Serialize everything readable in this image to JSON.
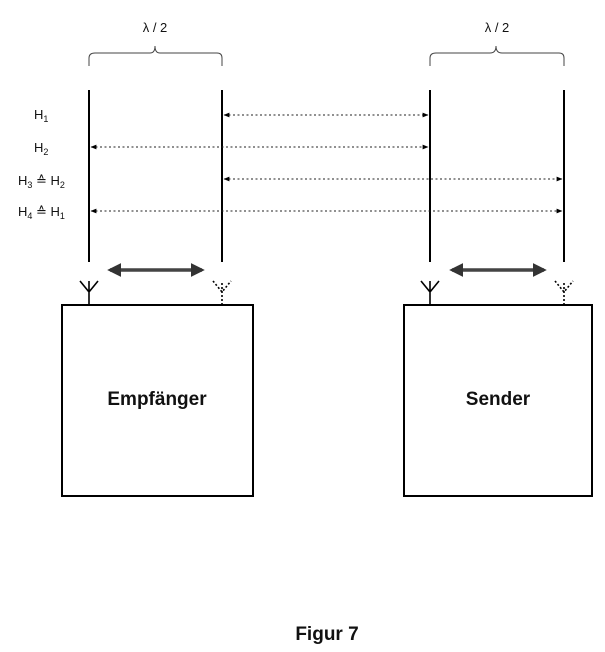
{
  "spacing_labels": {
    "left": "λ / 2",
    "right": "λ / 2"
  },
  "path_labels": [
    {
      "main": "H",
      "sub": "1",
      "suffix": ""
    },
    {
      "main": "H",
      "sub": "2",
      "suffix": ""
    },
    {
      "main": "H",
      "sub": "3",
      "suffix": " ≙ H",
      "suffix_sub": "2"
    },
    {
      "main": "H",
      "sub": "4",
      "suffix": " ≙ H",
      "suffix_sub": "1"
    }
  ],
  "boxes": {
    "receiver": "Empfänger",
    "transmitter": "Sender"
  },
  "caption": "Figur 7"
}
